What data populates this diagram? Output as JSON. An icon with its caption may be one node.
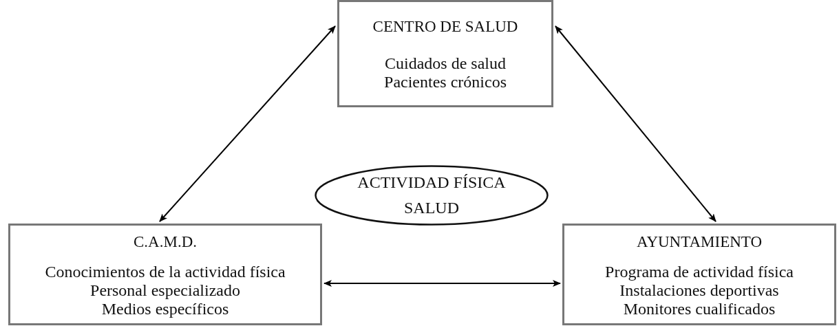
{
  "diagram": {
    "nodes": [
      {
        "text": [
          "CENTRO DE SALUD",
          "Cuidados de salud",
          "Pacientes crónicos"
        ]
      },
      {
        "text": [
          "ACTIVIDAD FÍSICA",
          "SALUD"
        ]
      },
      {
        "text": [
          "C.A.M.D.",
          "Conocimientos de la actividad física",
          "Personal especializado",
          "Medios específicos"
        ]
      },
      {
        "text": [
          "AYUNTAMIENTO",
          "Programa de actividad física",
          "Instalaciones deportivas",
          "Monitores cualificados"
        ]
      }
    ],
    "edges": [
      {
        "from": 0,
        "to": 2,
        "arrow": "both"
      },
      {
        "from": 0,
        "to": 3,
        "arrow": "both"
      },
      {
        "from": 2,
        "to": 3,
        "arrow": "both"
      }
    ]
  }
}
